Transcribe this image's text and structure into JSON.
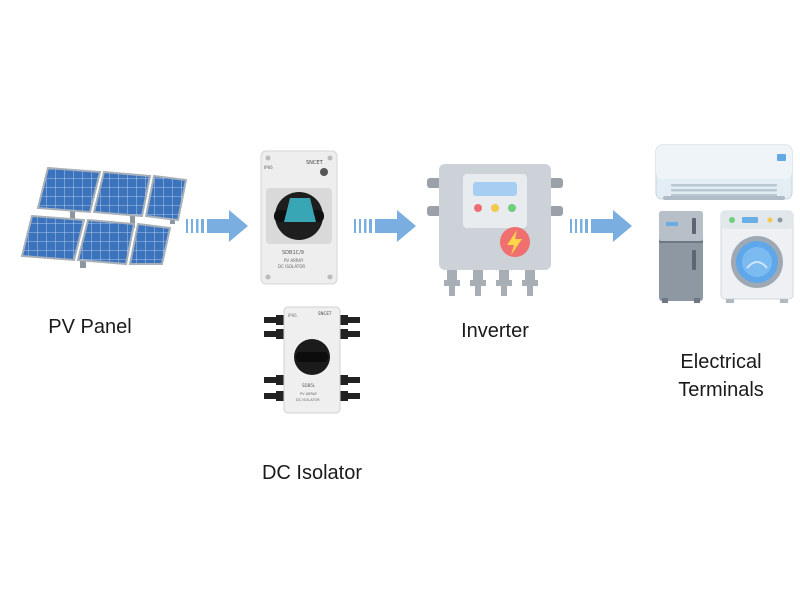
{
  "diagram": {
    "nodes": [
      {
        "id": "pv",
        "label": "PV Panel",
        "icon": "solar-panel-icon"
      },
      {
        "id": "iso",
        "label": "DC Isolator",
        "icon": "dc-isolator-switch-icon"
      },
      {
        "id": "inv",
        "label": "Inverter",
        "icon": "inverter-icon"
      },
      {
        "id": "term",
        "label_lines": [
          "Electrical",
          "Terminals"
        ],
        "icons": [
          "air-conditioner-icon",
          "refrigerator-icon",
          "washing-machine-icon"
        ]
      }
    ],
    "isolator_text": {
      "brand": "SNCET",
      "model": "SDB1C/9",
      "line1": "PV ARRAY",
      "line2": "DC ISOLATOR",
      "small_model": "SDB5L",
      "small_brand": "SNCET"
    },
    "colors": {
      "arrow": "#7aaee0",
      "panel_blue": "#3a6fb5",
      "panel_frame": "#9aa4ae",
      "inverter_body": "#cfd4da",
      "inverter_screen": "#9ec5ee",
      "bolt_badge": "#f06e6e",
      "bolt": "#ffd54a"
    }
  }
}
